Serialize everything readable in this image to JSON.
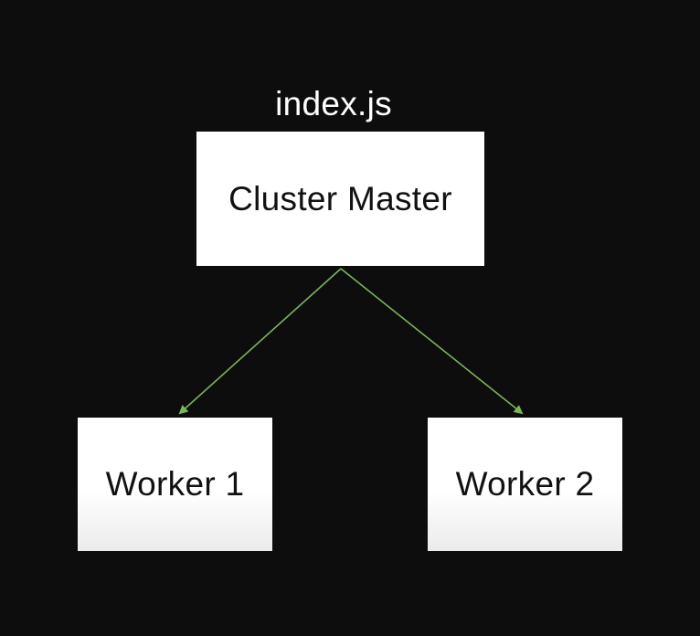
{
  "diagram": {
    "caption": "index.js",
    "nodes": {
      "master": {
        "label": "Cluster Master"
      },
      "worker1": {
        "label": "Worker 1"
      },
      "worker2": {
        "label": "Worker 2"
      }
    },
    "edges": [
      {
        "from": "master",
        "to": "worker1"
      },
      {
        "from": "master",
        "to": "worker2"
      }
    ],
    "colors": {
      "background": "#0d0d0d",
      "box_fill": "#ffffff",
      "box_text": "#111111",
      "caption_text": "#ffffff",
      "arrow": "#7ab55c"
    }
  }
}
